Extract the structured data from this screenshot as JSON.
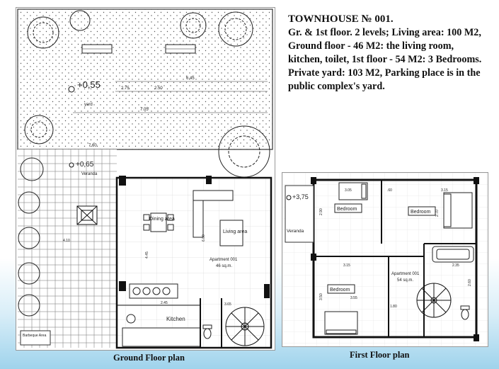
{
  "description": {
    "title": "TOWNHOUSE № 001.",
    "text": "Gr. & 1st floor. 2 levels; Living area: 100 M2, Ground floor - 46 M2: the living room, kitchen, toilet, 1st floor - 54 M2: 3 Bedrooms. Private yard: 103 M2, Parking place is in the public complex's yard."
  },
  "ground_floor": {
    "caption": "Ground Floor plan",
    "level_yard": "+0,55",
    "yard_label": "yard",
    "level_veranda": "+0,65",
    "veranda_label": "Veranda",
    "dining_label": "Dining area",
    "living_label": "Living area",
    "apartment_label": "Apartment 001",
    "apartment_area": "46 sq.m.",
    "kitchen_label": "Kitchen",
    "barbeque_label": "Barbeque Area",
    "dims": {
      "d_645": "6.45",
      "d_250": "2.50",
      "d_275": "2.75",
      "d_705": "7.05",
      "d_760": "7.60",
      "d_600": "6.00",
      "d_410": "4.10",
      "d_445": "4.45",
      "d_245": "2.45",
      "d_365": "3.65"
    }
  },
  "first_floor": {
    "caption": "First Floor plan",
    "level": "+3,75",
    "veranda_label": "Veranda",
    "bedroom1": "Bedroom",
    "bedroom2": "Bedroom",
    "bedroom3": "Bedroom",
    "apartment_label": "Apartment 001",
    "apartment_area": "54 sq.m.",
    "dims": {
      "d_305": "3.05",
      "d_60": ".60",
      "d_315a": "3.15",
      "d_290": "2.90",
      "d_270": "2.70",
      "d_315b": "3.15",
      "d_180": "1.80",
      "d_235": "2.35",
      "d_350": "3.50",
      "d_355": "3.55",
      "d_260": "2.60"
    }
  }
}
